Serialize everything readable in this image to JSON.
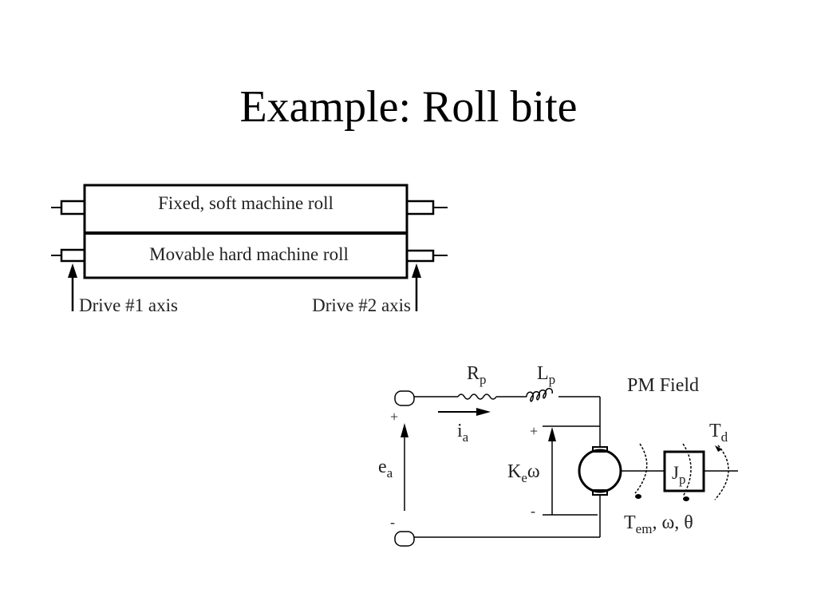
{
  "slide": {
    "title": "Example: Roll bite"
  },
  "roll_diagram": {
    "top_roll_label": "Fixed, soft machine roll",
    "bottom_roll_label": "Movable hard machine roll",
    "drive1_label": "Drive #1 axis",
    "drive2_label": "Drive #2 axis"
  },
  "motor_circuit": {
    "resistor": {
      "main": "R",
      "sub": "p"
    },
    "inductor": {
      "main": "L",
      "sub": "p"
    },
    "field_label": "PM Field",
    "current": {
      "main": "i",
      "sub": "a"
    },
    "source_voltage": {
      "main": "e",
      "sub": "a"
    },
    "back_emf": {
      "main": "K",
      "sub": "e",
      "tail": "ω"
    },
    "inertia": {
      "main": "J",
      "sub": "p"
    },
    "disturbance_torque": {
      "main": "T",
      "sub": "d"
    },
    "em_torque": {
      "main": "T",
      "sub": "em",
      "tail": ", ω, θ"
    },
    "plus_sign": "+",
    "minus_sign": "-"
  }
}
